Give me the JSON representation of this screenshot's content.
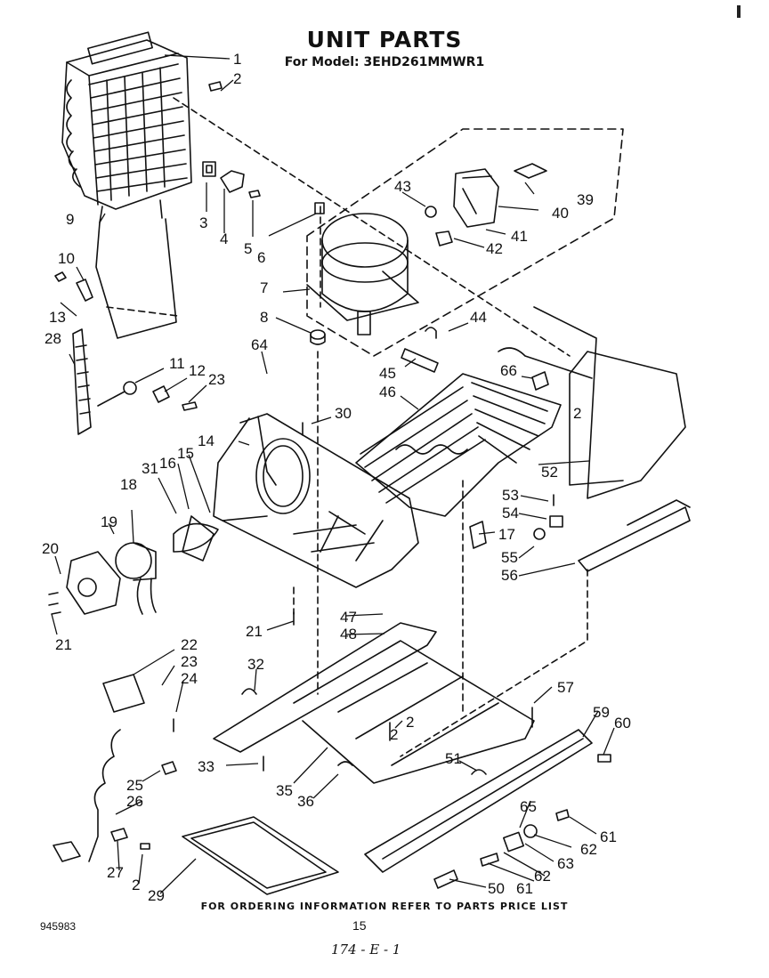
{
  "header": {
    "title": "UNIT PARTS",
    "subtitle": "For Model: 3EHD261MMWR1"
  },
  "footer": {
    "ordering_note": "FOR ORDERING INFORMATION REFER TO PARTS PRICE LIST",
    "doc_code": "945983",
    "page_number": "15",
    "handwritten_ref": "174 - E - 1"
  },
  "callouts": [
    "1",
    "2",
    "3",
    "4",
    "5",
    "6",
    "7",
    "8",
    "9",
    "10",
    "13",
    "28",
    "64",
    "11",
    "12",
    "23",
    "2",
    "14",
    "30",
    "43",
    "39",
    "40",
    "41",
    "42",
    "44",
    "45",
    "46",
    "66",
    "2",
    "52",
    "53",
    "54",
    "17",
    "55",
    "56",
    "31",
    "16",
    "15",
    "19",
    "18",
    "20",
    "21",
    "21",
    "22",
    "23",
    "24",
    "47",
    "48",
    "32",
    "57",
    "2",
    "59",
    "60",
    "25",
    "26",
    "33",
    "35",
    "36",
    "51",
    "65",
    "61",
    "62",
    "63",
    "62",
    "61",
    "50",
    "27",
    "2",
    "29"
  ]
}
